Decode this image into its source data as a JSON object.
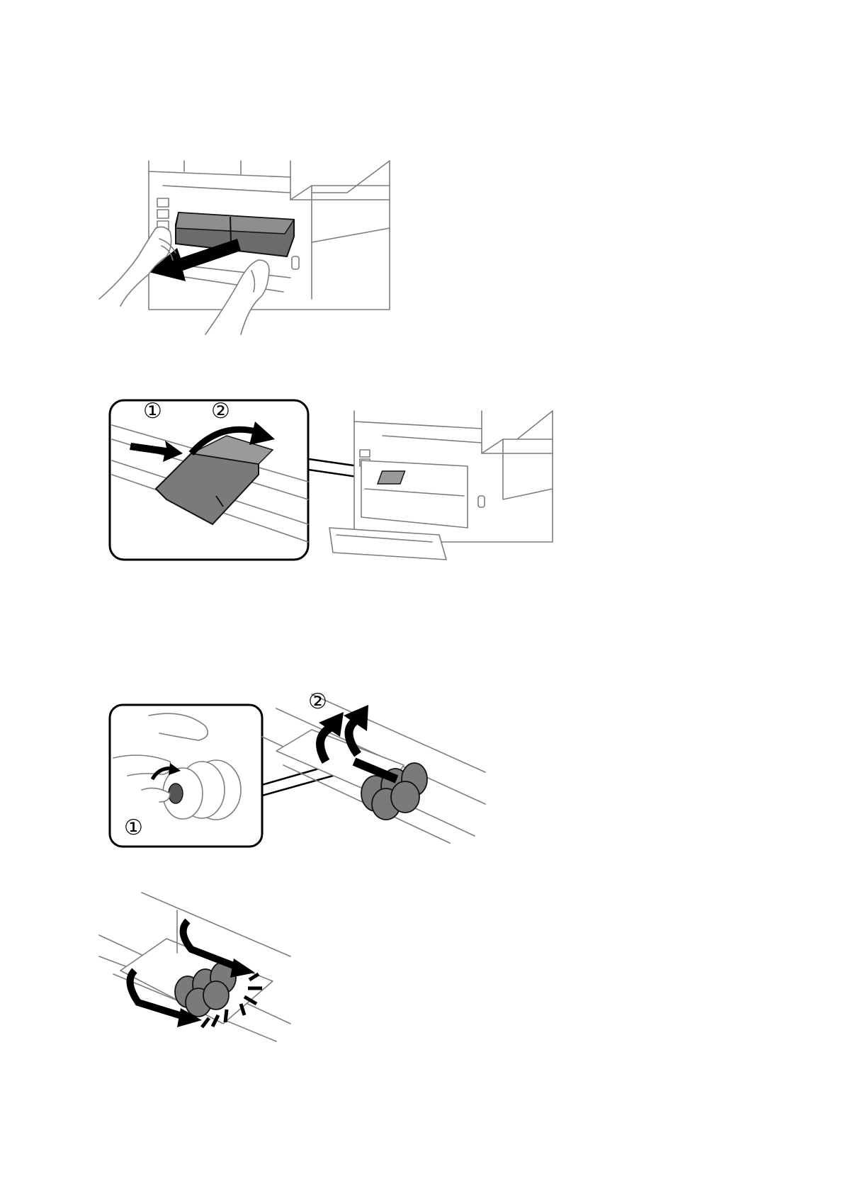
{
  "figures": [
    {
      "id": "fig1",
      "description_icon": "remove-rear-cover-illustration",
      "labels": []
    },
    {
      "id": "fig2",
      "description_icon": "open-roller-cover-illustration",
      "labels": [
        "①",
        "②"
      ]
    },
    {
      "id": "fig3",
      "description_icon": "remove-rollers-illustration",
      "labels": [
        "②",
        "①"
      ]
    },
    {
      "id": "fig4",
      "description_icon": "insert-new-rollers-illustration",
      "labels": []
    }
  ]
}
